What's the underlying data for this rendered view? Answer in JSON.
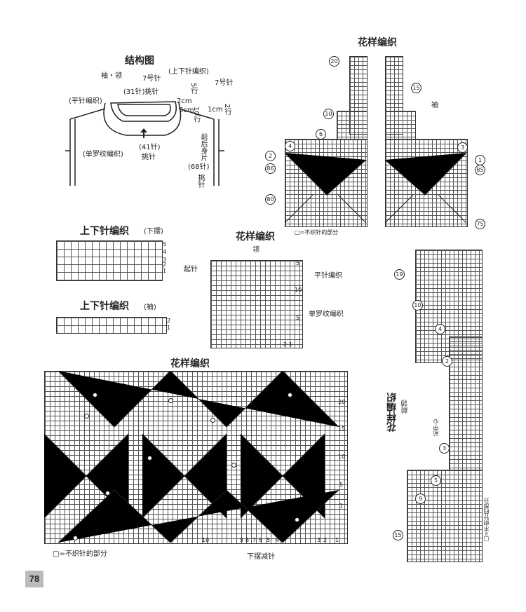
{
  "structure": {
    "title": "结构图",
    "sleeve_neck": "袖・领",
    "needle_7a": "7号针",
    "needle_7b": "7号针",
    "ribbing_top": "(上下针编织)",
    "pick_up_31": "(31针)挑针",
    "plain_knit": "(平针编织)",
    "cm2": "2cm",
    "rows5": "5行",
    "cm3": "3cm",
    "rows10": "10行",
    "cm1": "1cm",
    "rows2": "2行",
    "single_rib": "(单罗纹编织)",
    "pick_up_41": "(41针)",
    "pick_up_label": "挑针",
    "front_back": "前后身片",
    "pick_up_68": "(68针)",
    "pick_up_label2": "挑针"
  },
  "top_right": {
    "title": "花样编织",
    "sleeve": "袖",
    "marks": [
      "20",
      "15",
      "10",
      "6",
      "4",
      "3",
      "2",
      "1",
      "86",
      "85",
      "80",
      "75"
    ],
    "legend": "□=不织针的部分"
  },
  "ribbing_hem": {
    "title": "上下针编织",
    "sub": "(下摆)",
    "rows": [
      "5",
      "4",
      "3",
      "2",
      "1"
    ],
    "cast_on": "起针"
  },
  "ribbing_sleeve": {
    "title": "上下针编织",
    "sub": "(袖)",
    "rows": [
      "2",
      "1"
    ]
  },
  "collar": {
    "title": "花样编织",
    "sub": "领",
    "plain": "平针编织",
    "single_rib": "单罗纹编织",
    "rows": [
      "5",
      "10",
      "5"
    ],
    "cols": [
      "2",
      "1"
    ]
  },
  "main_pattern": {
    "title": "花样编织",
    "row_marks": [
      "20",
      "15",
      "10",
      "5",
      "1"
    ],
    "col_marks": [
      "10",
      "9",
      "8",
      "7",
      "6",
      "5",
      "4",
      "3",
      "2",
      "1"
    ],
    "legend": "□=不织针的部分",
    "hem_decrease": "下摆减针"
  },
  "front_neck": {
    "title": "花样编织",
    "sub": "前领",
    "center": "前中心",
    "legend": "□=不织针的部分",
    "marks": [
      "19",
      "10",
      "4",
      "2",
      "3",
      "5",
      "9",
      "15"
    ]
  },
  "page_number": "78"
}
